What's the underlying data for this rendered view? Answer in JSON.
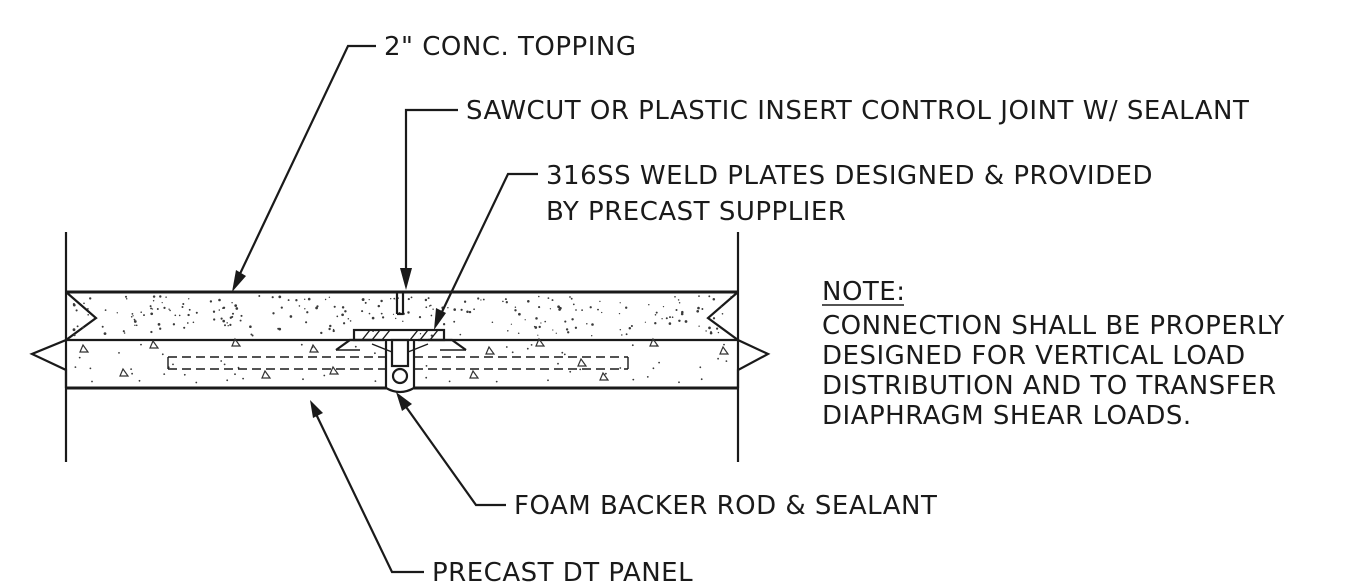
{
  "labels": {
    "topping": "2\" CONC. TOPPING",
    "control_joint": "SAWCUT OR PLASTIC INSERT CONTROL JOINT W/ SEALANT",
    "weld_plates_line1": "316SS WELD PLATES DESIGNED & PROVIDED",
    "weld_plates_line2": "BY PRECAST SUPPLIER",
    "backer_rod": "FOAM BACKER ROD & SEALANT",
    "dt_panel": "PRECAST DT PANEL"
  },
  "note": {
    "heading": "NOTE:",
    "lines": [
      "CONNECTION SHALL BE PROPERLY",
      "DESIGNED FOR VERTICAL LOAD",
      "DISTRIBUTION AND TO TRANSFER",
      "DIAPHRAGM SHEAR LOADS."
    ]
  }
}
